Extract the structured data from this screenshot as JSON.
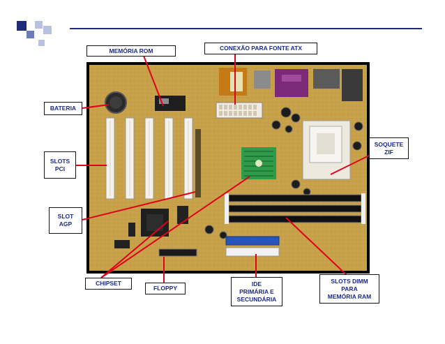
{
  "labels": {
    "rom": "MEMÓRIA ROM",
    "atx": "CONEXÃO PARA FONTE ATX",
    "bateria": "BATERIA",
    "pci": "SLOTS\nPCI",
    "soquete": "SOQUETE\nZIF",
    "agp": "SLOT\nAGP",
    "chipset": "CHIPSET",
    "floppy": "FLOPPY",
    "ide": "IDE\nPRIMÁRIA E\nSECUNDÁRIA",
    "dimm": "SLOTS DIMM\nPARA\nMEMÓRIA RAM"
  },
  "colors": {
    "accent_dark": "#1f2a7a",
    "accent_mid": "#6d7bb8",
    "accent_light": "#b9c1e0",
    "label_text": "#1c2a8a",
    "pointer_line": "#e0001a",
    "pcb": "#c8a24a"
  }
}
